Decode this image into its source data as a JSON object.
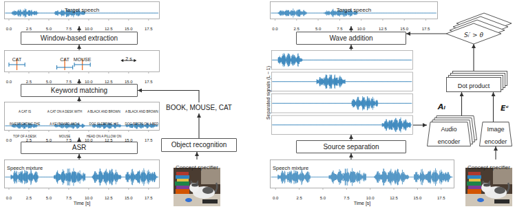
{
  "diagram": {
    "nodes": [
      {
        "text": [
          "Target speech"
        ]
      },
      {
        "text": [
          "Window-based extraction"
        ]
      },
      {
        "text": [
          "CAT",
          "CAT",
          "MOUSE",
          "2 s"
        ]
      },
      {
        "text": [
          "Keyword matching"
        ]
      },
      {
        "text": [
          "A CAT IS INVESTIGATING THE TOP OF A DESK",
          "A CAT ON A DESK WITH A KEYBOARD AND A MOUSE",
          "A BLACK AND BROWN DOG SLEEPING HIS HEAD ON A PILLOW ON A BED",
          "A BLACK AND BROWN DOG RESTS ON A BED"
        ]
      },
      {
        "text": [
          "ASR"
        ]
      },
      {
        "text": [
          "Speech mixture"
        ]
      },
      {
        "text": [
          "BOOK, MOUSE, CAT"
        ]
      },
      {
        "text": [
          "Object recognition"
        ]
      },
      {
        "text": [
          "Concept specifier"
        ]
      },
      {
        "text": [
          "Target speech"
        ]
      },
      {
        "text": [
          "Wave addition"
        ]
      },
      {
        "text": [
          "Sₗ′ > θ"
        ]
      },
      {
        "text": [
          "Separated signals (L − 1)"
        ]
      },
      {
        "text": [
          "Dot product"
        ]
      },
      {
        "text": [
          "Audio encoder"
        ]
      },
      {
        "text": [
          "Image encoder"
        ]
      },
      {
        "text": [
          "Source separation"
        ]
      },
      {
        "text": [
          "Speech mixture"
        ]
      },
      {
        "text": [
          "Concept specifier"
        ]
      }
    ],
    "edges": [
      {
        "from": 6,
        "to": 5,
        "arrow": "to"
      },
      {
        "from": 5,
        "to": 4,
        "arrow": "to"
      },
      {
        "from": 4,
        "to": 3,
        "arrow": "to"
      },
      {
        "from": 3,
        "to": 2,
        "arrow": "to"
      },
      {
        "from": 2,
        "to": 1,
        "arrow": "to"
      },
      {
        "from": 1,
        "to": 0,
        "arrow": "to"
      },
      {
        "from": 9,
        "to": 8,
        "arrow": "to"
      },
      {
        "from": 8,
        "to": 7,
        "arrow": "to"
      },
      {
        "from": 7,
        "to": 3,
        "arrow": "to"
      },
      {
        "from": 18,
        "to": 17,
        "arrow": "to"
      },
      {
        "from": 17,
        "to": 13,
        "arrow": "to"
      },
      {
        "from": 13,
        "to": 11,
        "arrow": "to"
      },
      {
        "from": 11,
        "to": 10,
        "arrow": "to"
      },
      {
        "from": 13,
        "to": 15,
        "arrow": "to"
      },
      {
        "from": 15,
        "to": 14,
        "arrow": "to"
      },
      {
        "from": 16,
        "to": 14,
        "arrow": "to"
      },
      {
        "from": 19,
        "to": 16,
        "arrow": "to"
      },
      {
        "from": 14,
        "to": 12,
        "arrow": "to"
      },
      {
        "from": 12,
        "to": 11,
        "arrow": "to"
      }
    ],
    "labels": [
      "0.0",
      "2.5",
      "5.0",
      "7.5",
      "10.0",
      "12.5",
      "15.0",
      "17.5",
      "0.0",
      "2.5",
      "5.0",
      "7.5",
      "10.0",
      "12.5",
      "15.0",
      "17.5",
      "0.0",
      "2.5",
      "5.0",
      "7.5",
      "10.0",
      "12.5",
      "15.0",
      "17.5",
      "0.0",
      "2.5",
      "5.0",
      "7.5",
      "10.0",
      "12.5",
      "15.0",
      "17.5",
      "Time [s]",
      "0.0",
      "2.5",
      "5.0",
      "7.5",
      "10.0",
      "12.5",
      "15.0",
      "17.5",
      "0.0",
      "2.5",
      "5.0",
      "7.5",
      "10.0",
      "12.5",
      "15.0",
      "17.5",
      "Time [s]",
      "Aₗ",
      "Eᶜ"
    ]
  }
}
